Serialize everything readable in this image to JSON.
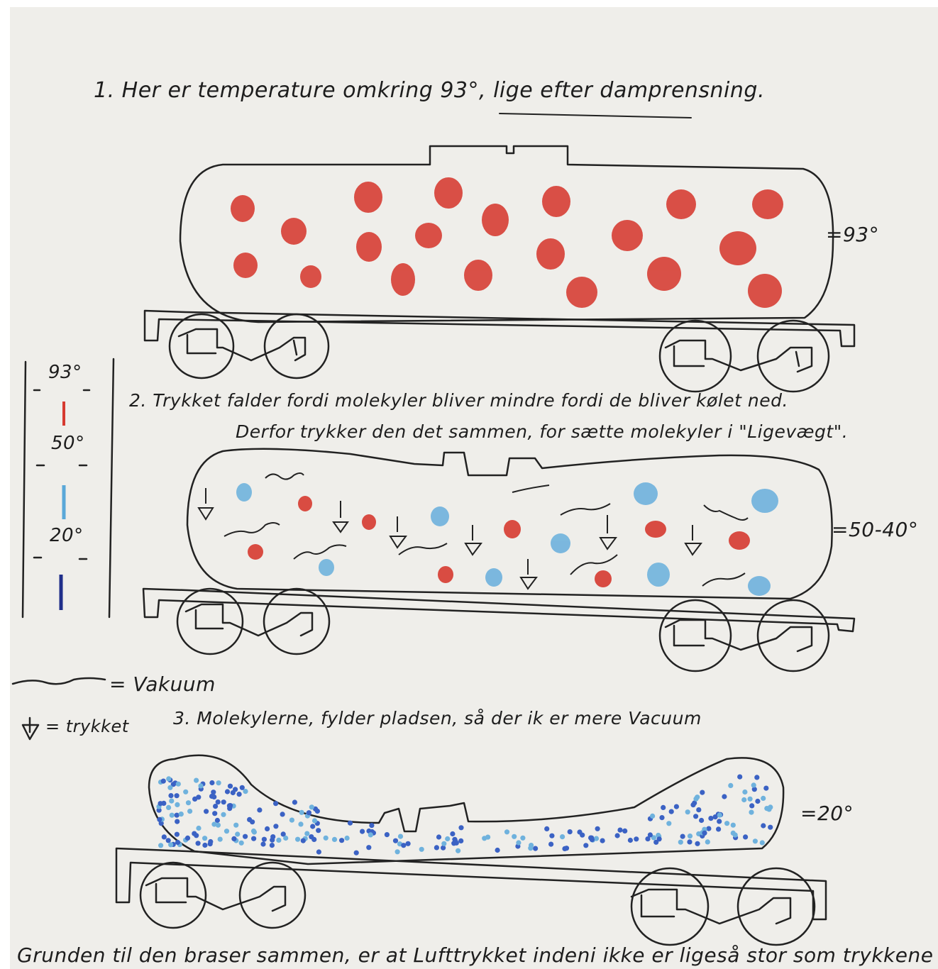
{
  "step1": {
    "text": "1. Her er temperature omkring 93°, lige efter damprensning.",
    "temperature": "=93°"
  },
  "step2": {
    "text_line1": "2. Trykket falder fordi molekyler bliver mindre fordi de bliver kølet ned.",
    "text_line2": "Derfor trykker den det sammen, for sætte molekyler i \"Ligevægt\".",
    "temperature": "=50-40°"
  },
  "step3": {
    "text": "3. Molekylerne, fylder pladsen, så der ik er mere Vacuum",
    "temperature": "=20°"
  },
  "scale": {
    "label_93": "93°",
    "label_50": "50°",
    "label_20": "20°",
    "colors": {
      "hot": "#d63a30",
      "cool": "#5aa8d8",
      "cold": "#1f2f8a"
    }
  },
  "legend": {
    "vakuum": "= Vakuum",
    "trykket": "= trykket"
  },
  "footer": {
    "text": "Grunden til den braser sammen, er at Lufttrykket indeni ikke er ligeså stor som trykkene"
  },
  "colors": {
    "red_molecule": "#d63a30",
    "blue_molecule": "#6fb2dd",
    "dark_blue_molecule": "#3b62c4",
    "ink": "#222222"
  }
}
